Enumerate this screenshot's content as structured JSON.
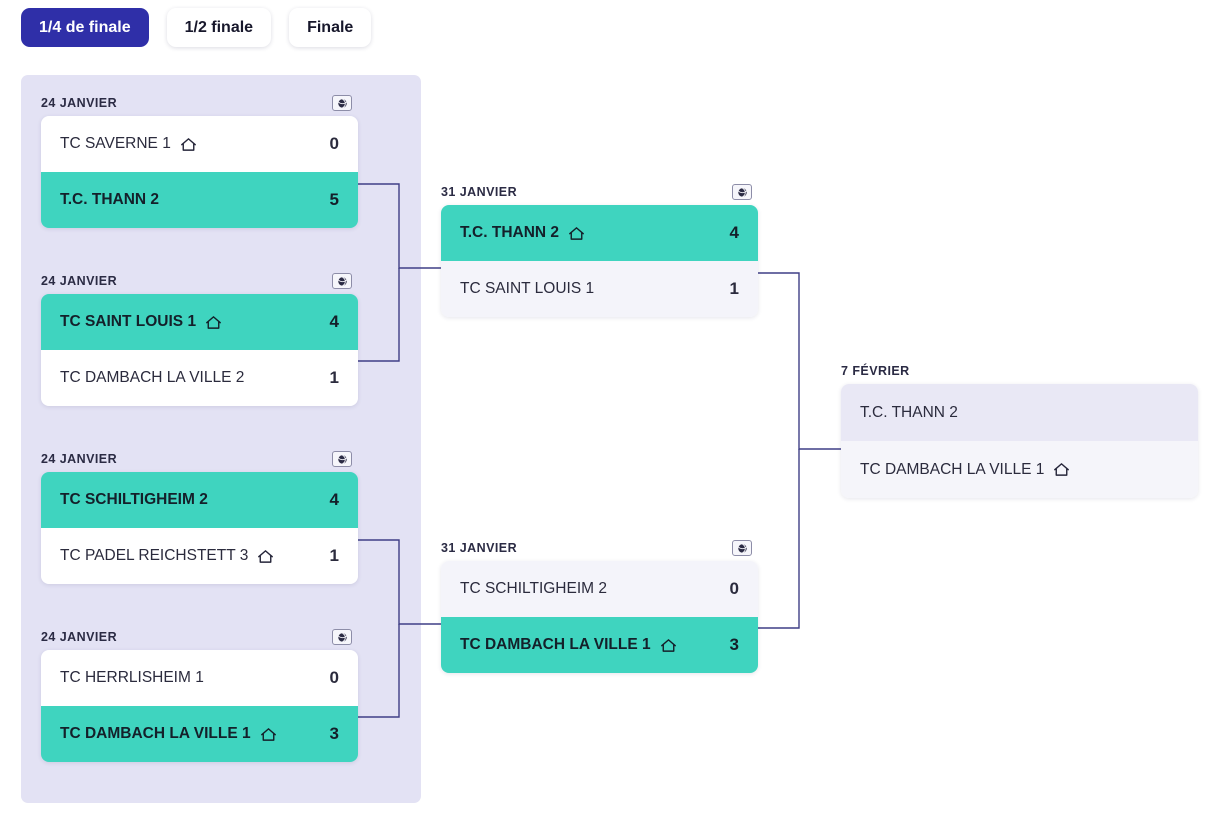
{
  "tabs": [
    {
      "label": "1/4 de finale",
      "active": true
    },
    {
      "label": "1/2 finale",
      "active": false
    },
    {
      "label": "Finale",
      "active": false
    }
  ],
  "colors": {
    "accent_active_tab": "#2f2fa8",
    "winner_row": "#3fd4bf",
    "round1_panel": "#e3e2f4",
    "connector_line": "#3f3e86",
    "page_background": "#ffffff"
  },
  "icons": {
    "home": "home-icon",
    "ball_badge": "tennis-ball-badge-icon"
  },
  "rounds": [
    {
      "key": "quarterfinals",
      "name": "1/4 de finale",
      "matches": [
        {
          "date": "24 JANVIER",
          "has_badge": true,
          "rows": [
            {
              "team": "TC SAVERNE 1",
              "score": "0",
              "home": true,
              "winner": false
            },
            {
              "team": "T.C. THANN 2",
              "score": "5",
              "home": false,
              "winner": true
            }
          ]
        },
        {
          "date": "24 JANVIER",
          "has_badge": true,
          "rows": [
            {
              "team": "TC SAINT LOUIS 1",
              "score": "4",
              "home": true,
              "winner": true
            },
            {
              "team": "TC DAMBACH LA VILLE 2",
              "score": "1",
              "home": false,
              "winner": false
            }
          ]
        },
        {
          "date": "24 JANVIER",
          "has_badge": true,
          "rows": [
            {
              "team": "TC SCHILTIGHEIM 2",
              "score": "4",
              "home": false,
              "winner": true
            },
            {
              "team": "TC PADEL REICHSTETT 3",
              "score": "1",
              "home": true,
              "winner": false
            }
          ]
        },
        {
          "date": "24 JANVIER",
          "has_badge": true,
          "rows": [
            {
              "team": "TC HERRLISHEIM 1",
              "score": "0",
              "home": false,
              "winner": false
            },
            {
              "team": "TC DAMBACH LA VILLE 1",
              "score": "3",
              "home": true,
              "winner": true
            }
          ]
        }
      ]
    },
    {
      "key": "semifinals",
      "name": "1/2 finale",
      "matches": [
        {
          "date": "31 JANVIER",
          "has_badge": true,
          "rows": [
            {
              "team": "T.C. THANN 2",
              "score": "4",
              "home": true,
              "winner": true
            },
            {
              "team": "TC SAINT LOUIS 1",
              "score": "1",
              "home": false,
              "winner": false
            }
          ]
        },
        {
          "date": "31 JANVIER",
          "has_badge": true,
          "rows": [
            {
              "team": "TC SCHILTIGHEIM 2",
              "score": "0",
              "home": false,
              "winner": false
            },
            {
              "team": "TC DAMBACH LA VILLE 1",
              "score": "3",
              "home": true,
              "winner": true
            }
          ]
        }
      ]
    },
    {
      "key": "final",
      "name": "Finale",
      "matches": [
        {
          "date": "7 FÉVRIER",
          "has_badge": false,
          "rows": [
            {
              "team": "T.C. THANN 2",
              "score": "",
              "home": false,
              "winner": false
            },
            {
              "team": "TC DAMBACH LA VILLE 1",
              "score": "",
              "home": true,
              "winner": false
            }
          ]
        }
      ]
    }
  ]
}
